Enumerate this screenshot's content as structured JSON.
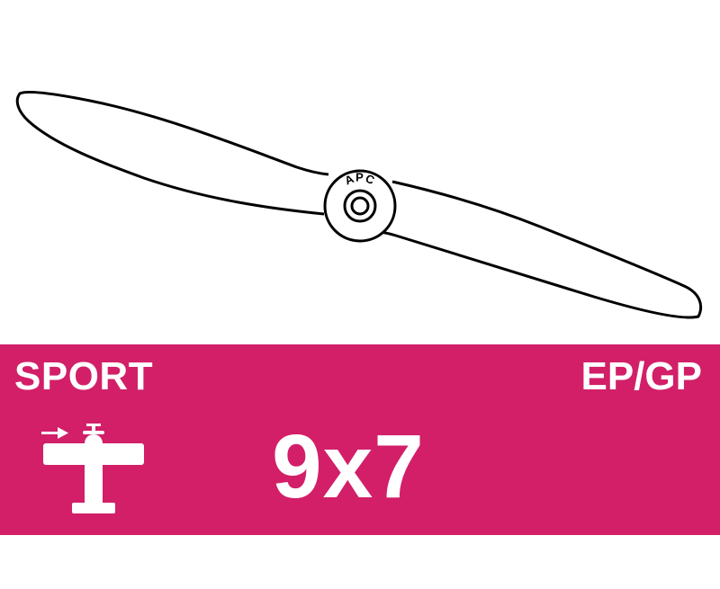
{
  "illustration": {
    "hub_logo_text": "APC",
    "outline_color": "#000000"
  },
  "band": {
    "color": "#d21f68",
    "text_color": "#ffffff",
    "category_label": "SPORT",
    "fuel_label": "EP/GP",
    "size_label": "9x7",
    "icon": "airplane-icon"
  }
}
